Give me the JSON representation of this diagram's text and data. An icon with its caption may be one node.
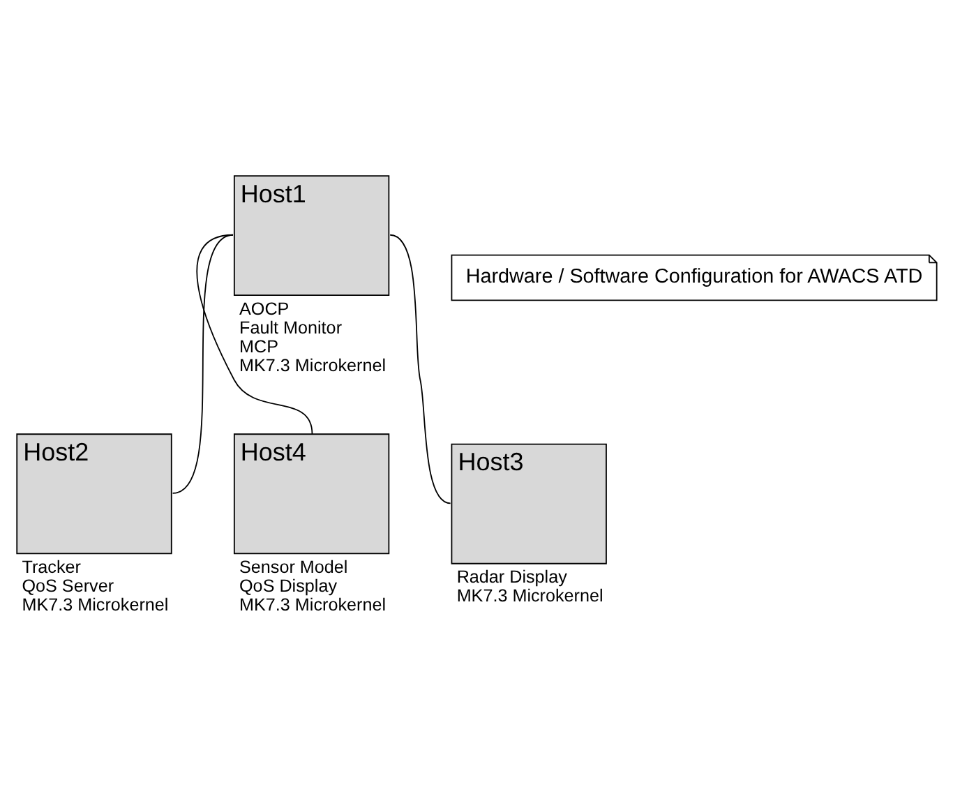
{
  "diagram": {
    "nodes": [
      {
        "text": [
          "Hardware / Software Configuration for AWACS ATD"
        ]
      },
      {
        "text": [
          "Host1"
        ],
        "beside": [
          "AOCP",
          "Fault Monitor",
          "MCP",
          "MK7.3 Microkernel"
        ]
      },
      {
        "text": [
          "Host2"
        ],
        "beside": [
          "Tracker",
          "QoS Server",
          "MK7.3 Microkernel"
        ]
      },
      {
        "text": [
          "Host4"
        ],
        "beside": [
          "Sensor Model",
          "QoS Display",
          "MK7.3 Microkernel"
        ]
      },
      {
        "text": [
          "Host3"
        ],
        "beside": [
          "Radar Display",
          "MK7.3 Microkernel"
        ]
      }
    ],
    "edges": [
      {
        "from": 1,
        "to": 2,
        "arrow": "none"
      },
      {
        "from": 1,
        "to": 3,
        "arrow": "none"
      },
      {
        "from": 1,
        "to": 4,
        "arrow": "none"
      }
    ]
  }
}
